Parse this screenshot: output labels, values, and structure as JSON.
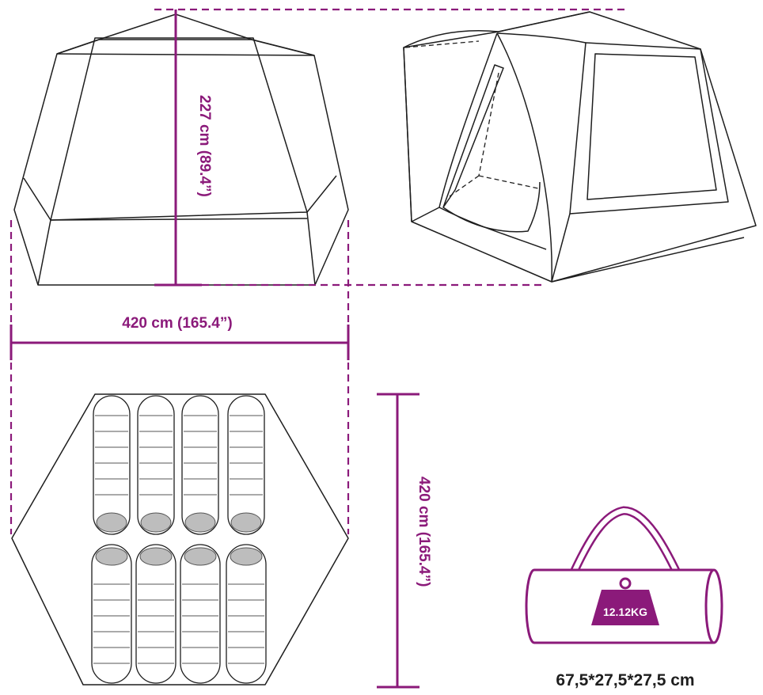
{
  "dimensions": {
    "height_label": "227 cm (89.4”)",
    "width_label": "420 cm (165.4”)",
    "depth_label": "420 cm (165.4”)",
    "bag_size_label": "67,5*27,5*27,5 cm",
    "weight_label": "12.12KG"
  },
  "colors": {
    "accent": "#8b1a7a",
    "outline": "#1e1e1e",
    "fill_light": "#e6e6e6",
    "fill_dark": "#bdbdbd"
  },
  "icons": {
    "weight": "weight-icon",
    "bag": "carry-bag-icon"
  }
}
